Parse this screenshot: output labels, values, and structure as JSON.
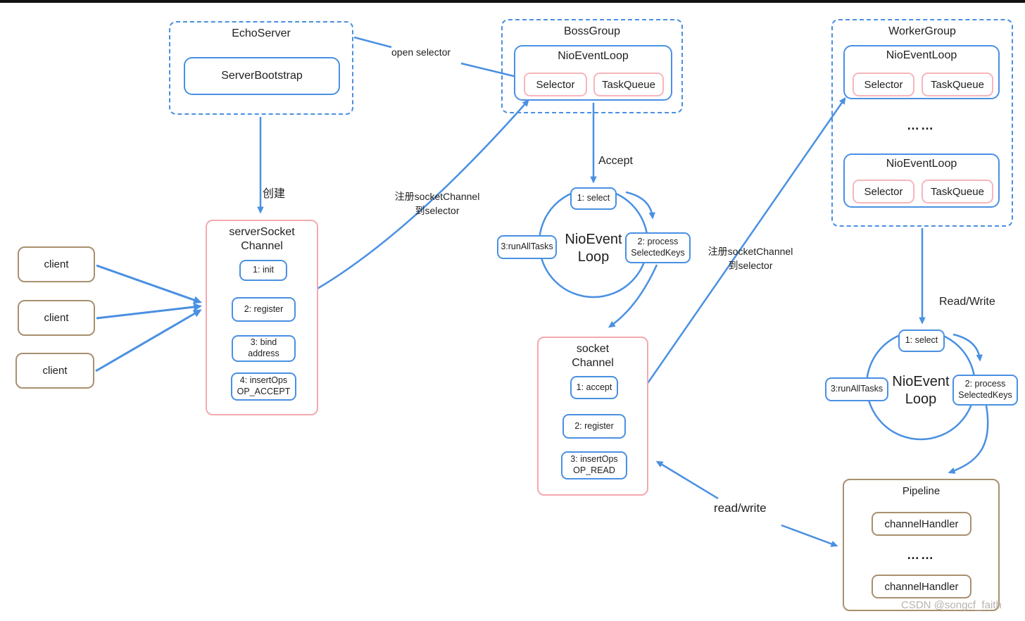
{
  "labels": {
    "open_selector": "open selector",
    "create": "创建",
    "register_to_selector_boss": "注册socketChannel\n到selector",
    "accept": "Accept",
    "register_to_selector_worker": "注册socketChannel\n到selector",
    "read_write_upper": "Read/Write",
    "read_write_lower": "read/write"
  },
  "echo_server": {
    "title": "EchoServer",
    "server_bootstrap": "ServerBootstrap"
  },
  "boss_group": {
    "title": "BossGroup",
    "nio_event_loop": {
      "title": "NioEventLoop",
      "selector": "Selector",
      "task_queue": "TaskQueue"
    }
  },
  "worker_group": {
    "title": "WorkerGroup",
    "nio_event_loop_top": {
      "title": "NioEventLoop",
      "selector": "Selector",
      "task_queue": "TaskQueue"
    },
    "ellipsis": "……",
    "nio_event_loop_bottom": {
      "title": "NioEventLoop",
      "selector": "Selector",
      "task_queue": "TaskQueue"
    }
  },
  "clients": [
    "client",
    "client",
    "client"
  ],
  "server_socket_channel": {
    "title": "serverSocket\nChannel",
    "steps": [
      "1: init",
      "2: register",
      "3: bind\naddress",
      "4: insertOps\nOP_ACCEPT"
    ]
  },
  "boss_event_loop_cycle": {
    "center": "NioEvent\nLoop",
    "step_select": "1: select",
    "step_process": "2: process\nSelectedKeys",
    "step_run": "3:runAllTasks"
  },
  "socket_channel": {
    "title": "socket\nChannel",
    "steps": [
      "1: accept",
      "2: register",
      "3: insertOps\nOP_READ"
    ]
  },
  "worker_event_loop_cycle": {
    "center": "NioEvent\nLoop",
    "step_select": "1: select",
    "step_process": "2: process\nSelectedKeys",
    "step_run": "3:runAllTasks"
  },
  "pipeline": {
    "title": "Pipeline",
    "handlers": [
      "channelHandler",
      "channelHandler"
    ],
    "ellipsis": "……"
  },
  "watermark": "CSDN @songcf_faith",
  "colors": {
    "line_blue": "#4a90e2",
    "pink": "#f4a9b0",
    "brown": "#a8906f",
    "text": "#1f1f1f",
    "watermark": "#b5afa9"
  }
}
